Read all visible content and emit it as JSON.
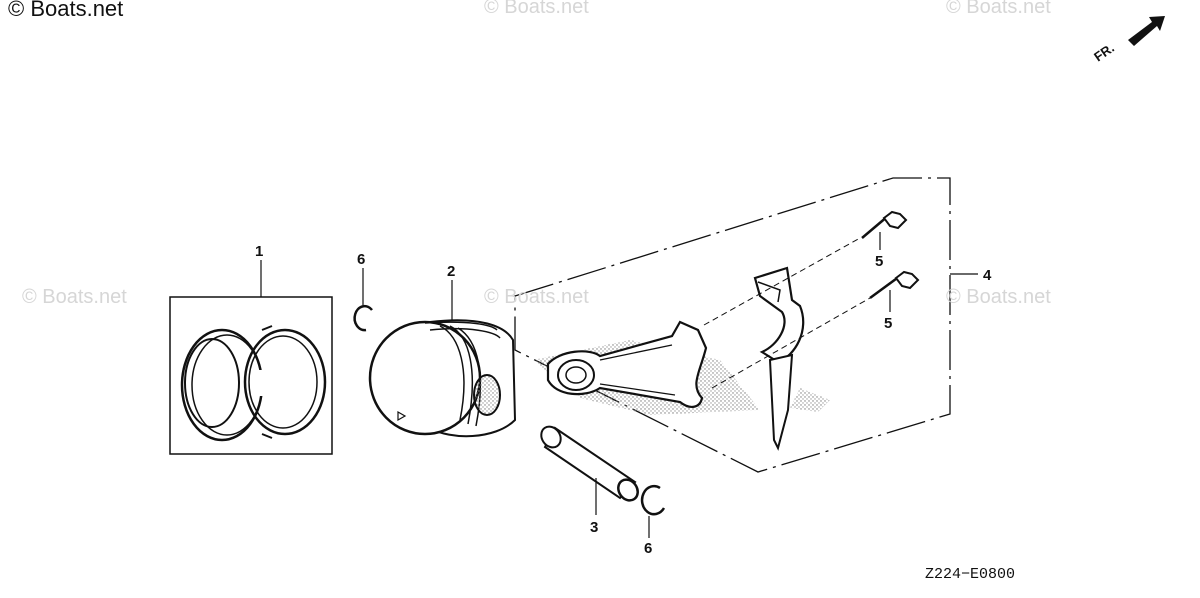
{
  "copyright": "© Boats.net",
  "watermark": "© Boats.net",
  "direction": "FR.",
  "diagram_code": "Z224−E0800",
  "callouts": [
    {
      "id": "1"
    },
    {
      "id": "2"
    },
    {
      "id": "3"
    },
    {
      "id": "4"
    },
    {
      "id": "5"
    },
    {
      "id": "5"
    },
    {
      "id": "6"
    },
    {
      "id": "6"
    }
  ]
}
